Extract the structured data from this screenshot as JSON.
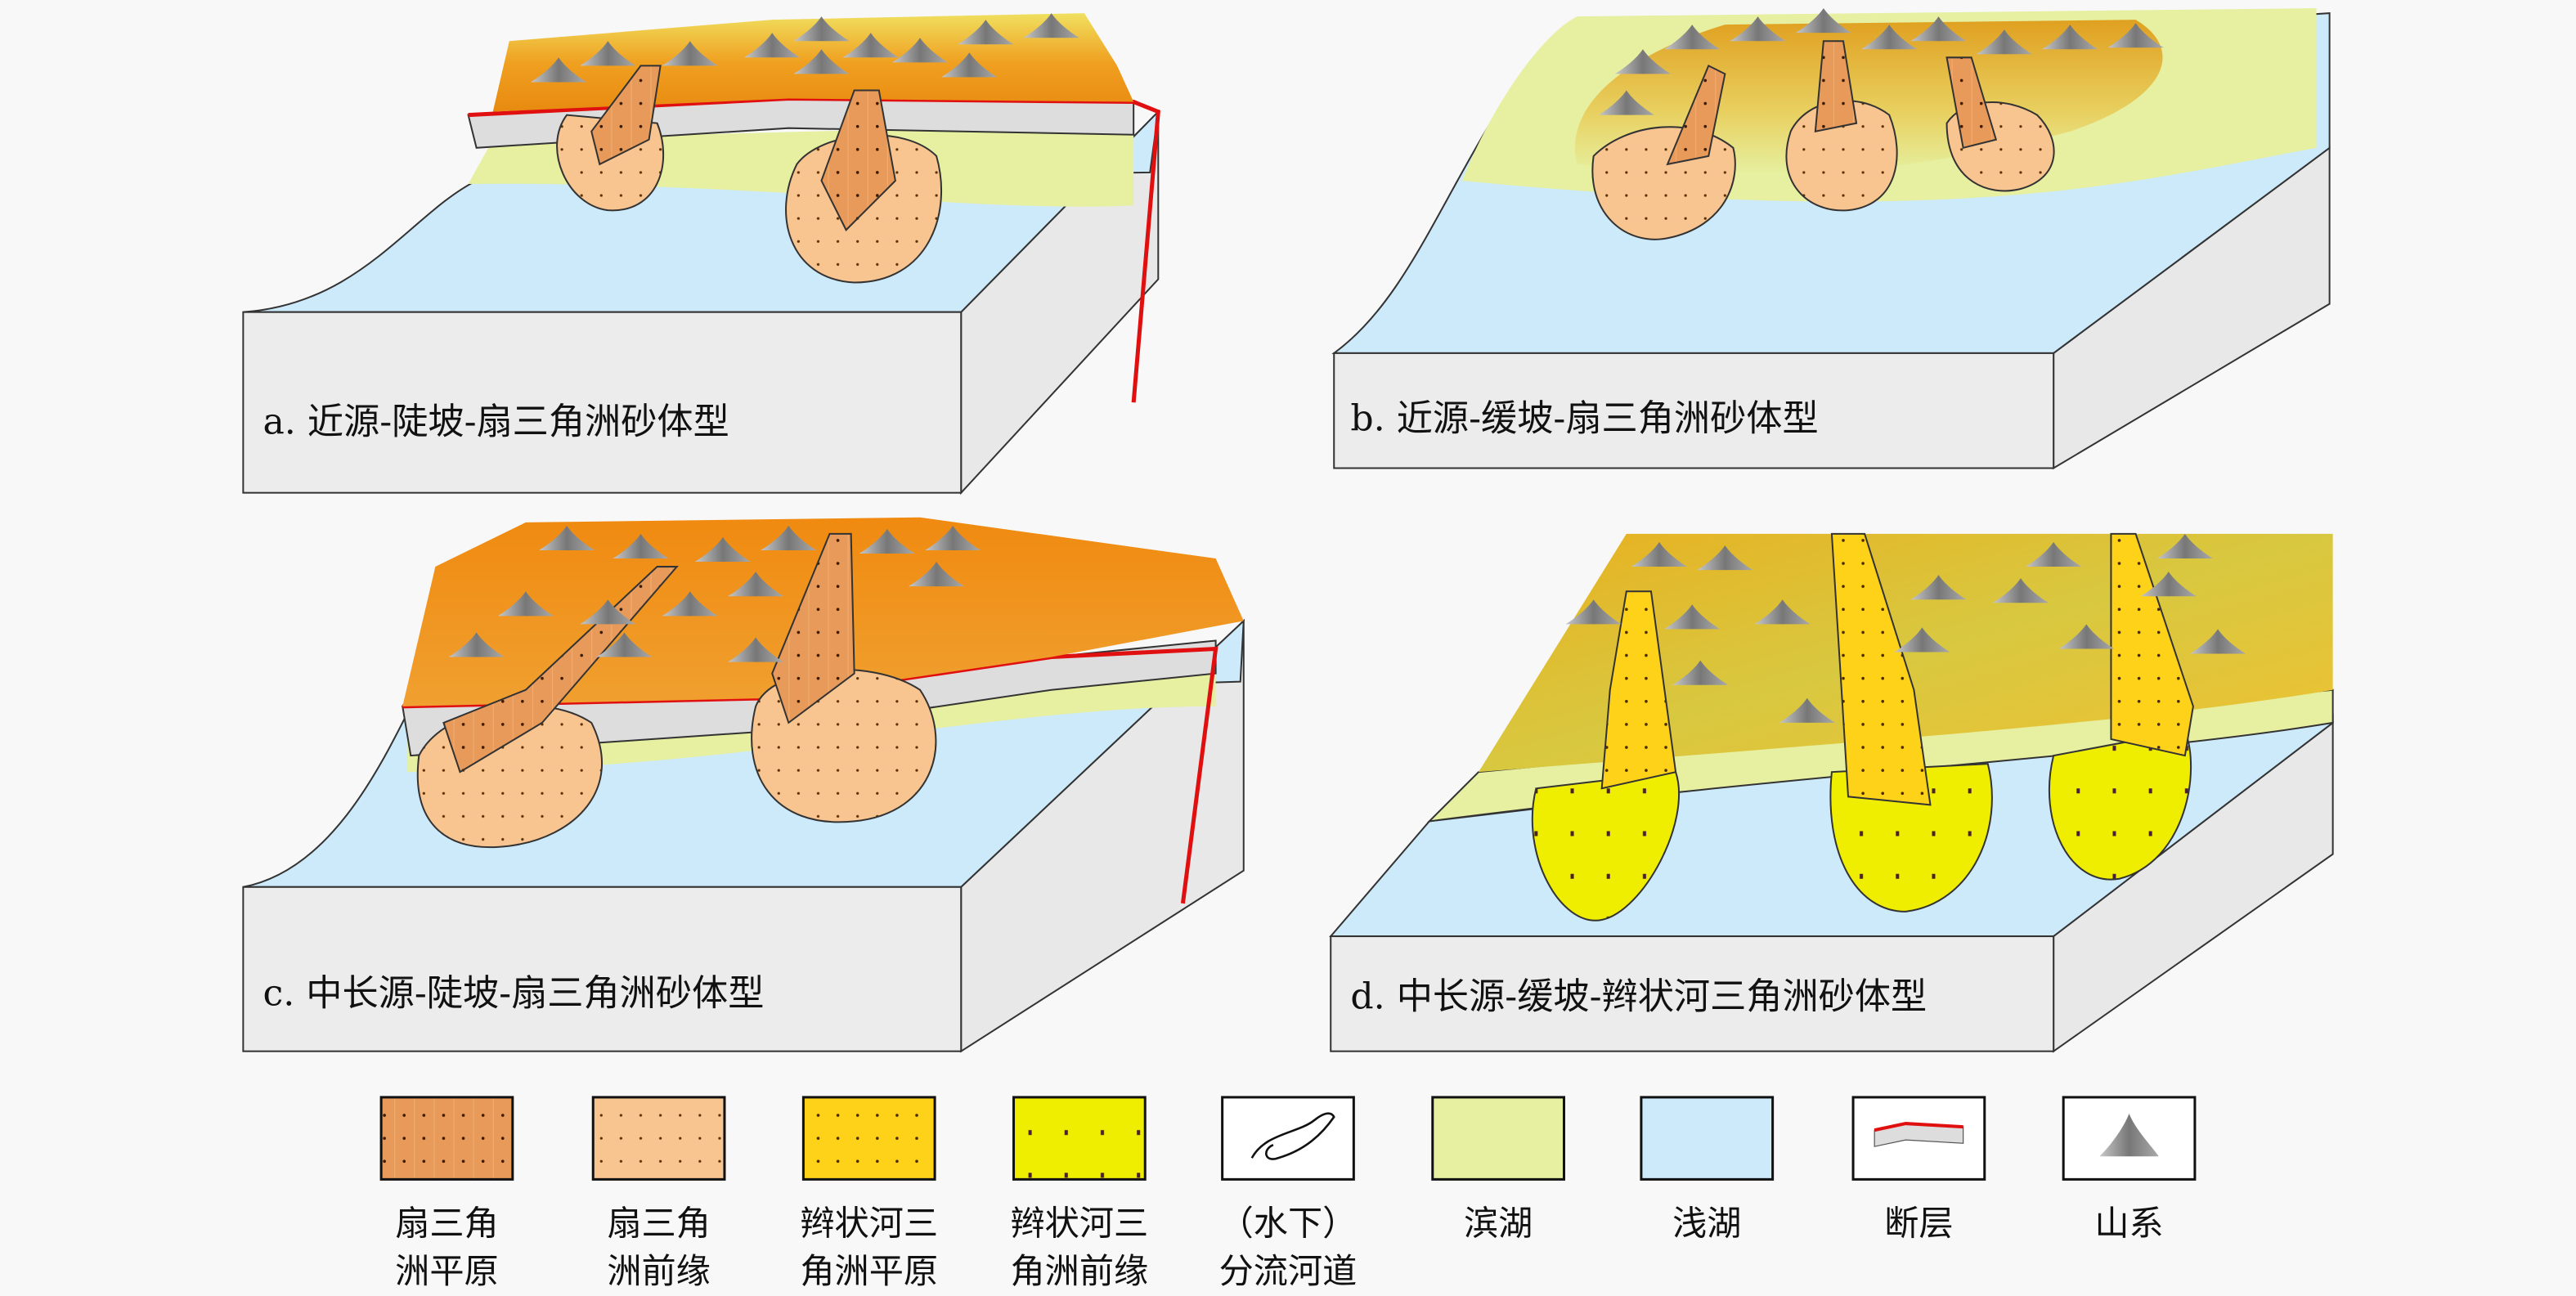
{
  "panels": {
    "a": {
      "title": "a. 近源-陡坡-扇三角洲砂体型"
    },
    "b": {
      "title": "b. 近源-缓坡-扇三角洲砂体型"
    },
    "c": {
      "title": "c. 中长源-陡坡-扇三角洲砂体型"
    },
    "d": {
      "title": "d. 中长源-缓坡-辫状河三角洲砂体型"
    }
  },
  "legend": [
    {
      "line1": "扇三角",
      "line2": "洲平原",
      "swatch": "fan-delta-plain"
    },
    {
      "line1": "扇三角",
      "line2": "洲前缘",
      "swatch": "fan-delta-front"
    },
    {
      "line1": "辫状河三",
      "line2": "角洲平原",
      "swatch": "braided-delta-plain"
    },
    {
      "line1": "辫状河三",
      "line2": "角洲前缘",
      "swatch": "braided-delta-front"
    },
    {
      "line1": "（水下）",
      "line2": "分流河道",
      "swatch": "distributary-channel"
    },
    {
      "line1": "滨湖",
      "line2": "",
      "swatch": "shore-lake"
    },
    {
      "line1": "浅湖",
      "line2": "",
      "swatch": "shallow-lake"
    },
    {
      "line1": "断层",
      "line2": "",
      "swatch": "fault"
    },
    {
      "line1": "山系",
      "line2": "",
      "swatch": "mountains"
    }
  ],
  "colors": {
    "shallow_lake": "#cdeafb",
    "shore_lake": "#e6f0a0",
    "fan_plain": "#e89a5a",
    "fan_front": "#f8c490",
    "braided_plain": "#ffd21a",
    "braided_front": "#f0ee00",
    "fault": "#e01010",
    "mountain": "#8a8a8a"
  }
}
